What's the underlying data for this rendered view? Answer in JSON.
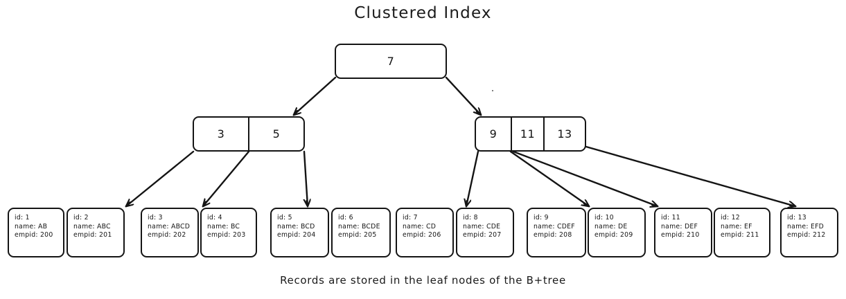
{
  "diagram": {
    "title": "Clustered Index",
    "caption": "Records are stored in the leaf nodes of the B+tree",
    "stroke_color": "#141414",
    "background_color": "#ffffff"
  },
  "root": {
    "keys": [
      "7"
    ]
  },
  "internal_nodes": [
    {
      "name": "left-internal-node",
      "keys": [
        "3",
        "5"
      ]
    },
    {
      "name": "right-internal-node",
      "keys": [
        "9",
        "11",
        "13"
      ]
    }
  ],
  "leaves": [
    {
      "id_label": "id: 1",
      "name_label": "name: AB",
      "empid_label": "empid: 200"
    },
    {
      "id_label": "id: 2",
      "name_label": "name: ABC",
      "empid_label": "empid: 201"
    },
    {
      "id_label": "id: 3",
      "name_label": "name: ABCD",
      "empid_label": "empid: 202"
    },
    {
      "id_label": "id: 4",
      "name_label": "name: BC",
      "empid_label": "empid: 203"
    },
    {
      "id_label": "id: 5",
      "name_label": "name: BCD",
      "empid_label": "empid: 204"
    },
    {
      "id_label": "id: 6",
      "name_label": "name: BCDE",
      "empid_label": "empid: 205"
    },
    {
      "id_label": "id: 7",
      "name_label": "name: CD",
      "empid_label": "empid: 206"
    },
    {
      "id_label": "id: 8",
      "name_label": "name: CDE",
      "empid_label": "empid: 207"
    },
    {
      "id_label": "id: 9",
      "name_label": "name: CDEF",
      "empid_label": "empid: 208"
    },
    {
      "id_label": "id: 10",
      "name_label": "name: DE",
      "empid_label": "empid: 209"
    },
    {
      "id_label": "id: 11",
      "name_label": "name: DEF",
      "empid_label": "empid: 210"
    },
    {
      "id_label": "id: 12",
      "name_label": "name: EF",
      "empid_label": "empid: 211"
    },
    {
      "id_label": "id: 13",
      "name_label": "name: EFD",
      "empid_label": "empid: 212"
    }
  ]
}
